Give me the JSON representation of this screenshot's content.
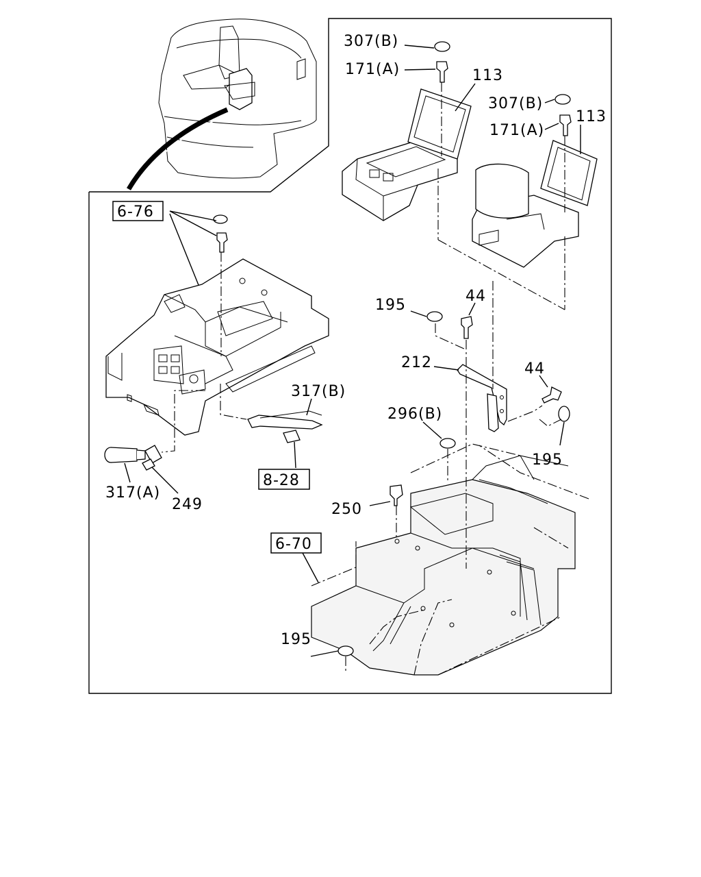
{
  "labels": {
    "l307b_top": "307(B)",
    "l171a_top": "171(A)",
    "l113_left": "113",
    "l307b_right": "307(B)",
    "l171a_right": "171(A)",
    "l113_right": "113",
    "ref_676": "6-76",
    "l195_mid": "195",
    "l44_mid": "44",
    "l212": "212",
    "l44_right": "44",
    "l296b": "296(B)",
    "l195_right": "195",
    "l317b": "317(B)",
    "ref_828": "8-28",
    "l317a": "317(A)",
    "l249": "249",
    "l250": "250",
    "ref_670": "6-70",
    "l195_bottom": "195"
  }
}
